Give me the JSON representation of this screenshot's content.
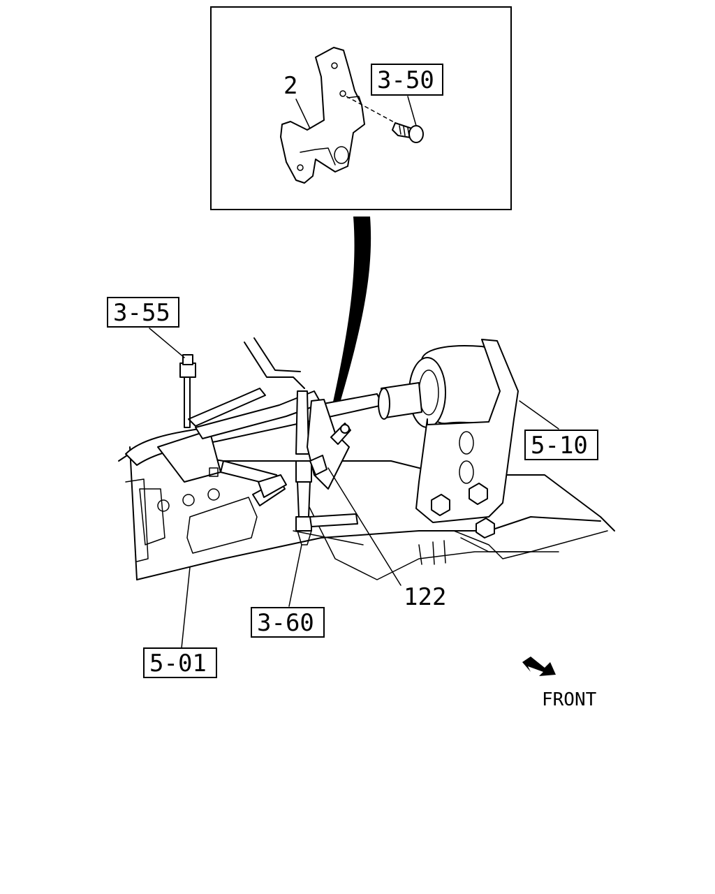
{
  "callouts": {
    "c3_50": "3-50",
    "c3_55": "3-55",
    "c5_10": "5-10",
    "c3_60": "3-60",
    "c5_01": "5-01"
  },
  "parts": {
    "p2": "2",
    "p122": "122"
  },
  "direction": {
    "front": "FRONT"
  }
}
